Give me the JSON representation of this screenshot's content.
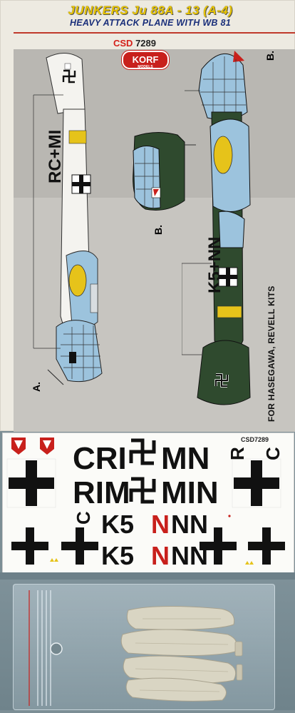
{
  "box_art": {
    "title_line1": "JUNKERS Ju 88A - 13 (A-4)",
    "title_line2": "HEAVY ATTACK PLANE WITH WB 81",
    "catalog_prefix": "CSD",
    "catalog_number": "7289",
    "brand": "KORF",
    "brand_sub": "MODELS",
    "scheme_a_label": "A.",
    "scheme_b_label": "B.",
    "kits_note": "FOR HASEGAWA, REVELL KITS",
    "code_a": "RC+MI",
    "code_b": "K5+NN"
  },
  "decal_sheet": {
    "catalog": "CSD7289",
    "row1": [
      "CRI",
      "MN",
      "R",
      "C"
    ],
    "row2": [
      "RIM",
      "MIN"
    ],
    "row3_left": "C",
    "row3": [
      "K5",
      "N",
      "NN"
    ],
    "row4": [
      "K5",
      "N",
      "NN"
    ]
  },
  "colors": {
    "rlm65_blue": "#9cc3dd",
    "rlm70_green": "#2f4a2e",
    "rlm04_yellow": "#e6c31a",
    "decal_red": "#c8201c",
    "brand_red": "#c8201c",
    "title_yellow": "#e8c400",
    "title_blue": "#1a2f7a"
  }
}
